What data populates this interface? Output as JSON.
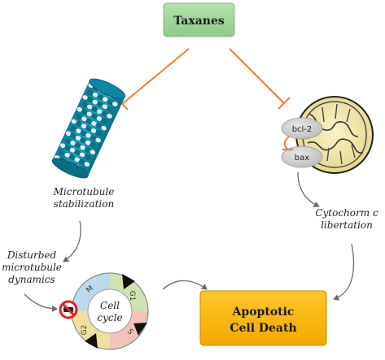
{
  "taxanes_label": "Taxanes",
  "apoptosis": {
    "line1": "Apoptotic",
    "line2": "Cell Death"
  },
  "microtubule_label": {
    "line1": "Microtubule",
    "line2": "stabilization"
  },
  "cytochrome_label": {
    "line1": "Cytochorm c",
    "line2": "libertation"
  },
  "disturbed_label": {
    "line1": "Disturbed",
    "line2": "microtubule",
    "line3": "dynamics"
  },
  "bcl2_label": "bcl-2",
  "bax_label": "bax",
  "cell_cycle": {
    "center_line1": "Cell",
    "center_line2": "cycle",
    "phases": [
      "M",
      "G1",
      "S",
      "G2"
    ]
  },
  "colors": {
    "taxanes_fill": "#9fd39a",
    "apoptosis_fill": "#f7b400",
    "inhibit_line": "#f47c2a",
    "arrow_gray": "#6b6b6b"
  }
}
